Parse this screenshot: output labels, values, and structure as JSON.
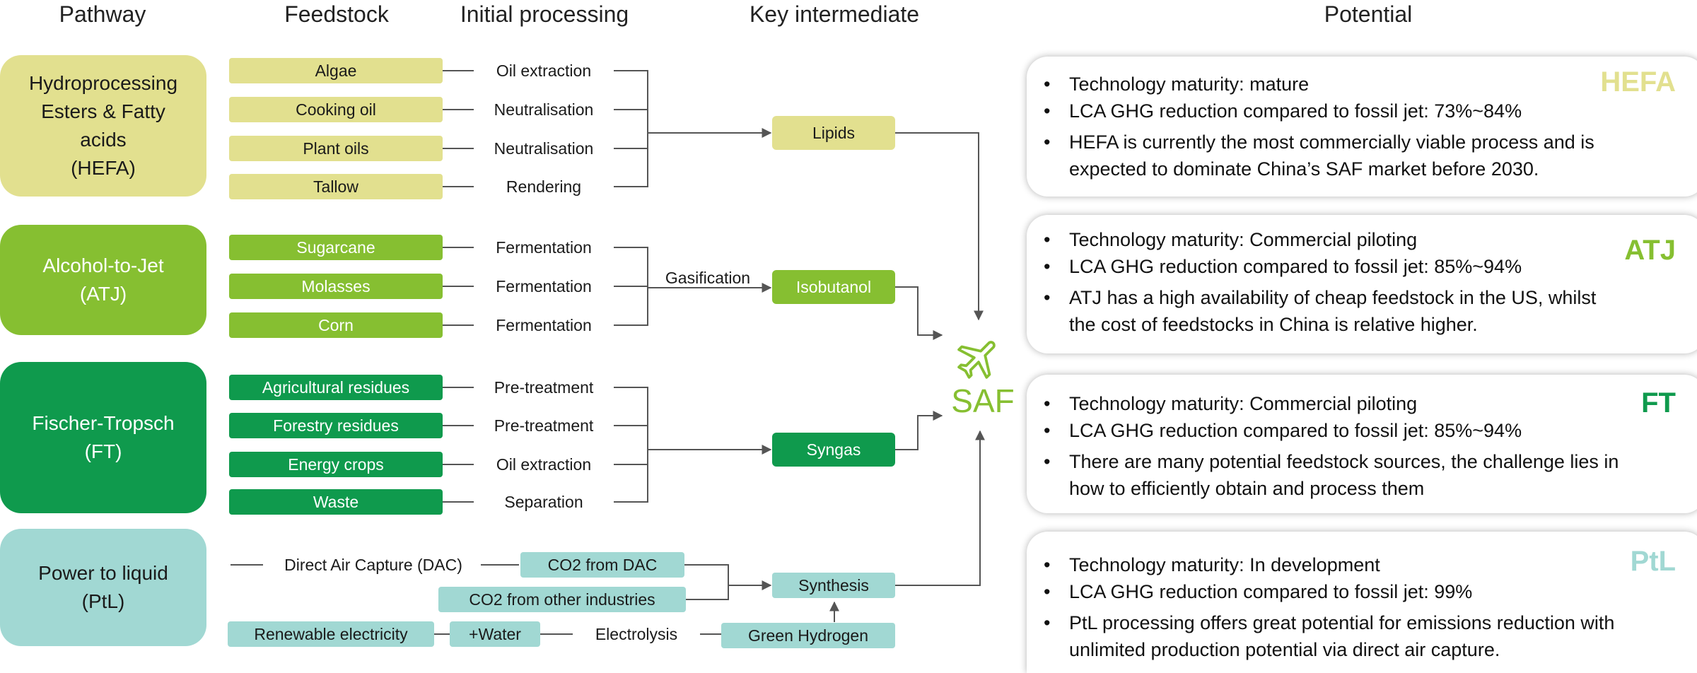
{
  "headers": {
    "pathway": "Pathway",
    "feedstock": "Feedstock",
    "initial_processing": "Initial processing",
    "key_intermediate": "Key intermediate",
    "potential": "Potential"
  },
  "colors": {
    "hefa": "#e2e08f",
    "atj": "#86bf31",
    "ft": "#0f9a4d",
    "ptl": "#a1d8d3",
    "connector": "#555555",
    "saf": "#86bf31"
  },
  "pathways": {
    "hefa": {
      "name": "Hydroprocessing\nEsters & Fatty\nacids\n(HEFA)",
      "feedstocks": [
        "Algae",
        "Cooking oil",
        "Plant oils",
        "Tallow"
      ],
      "processing": [
        "Oil extraction",
        "Neutralisation",
        "Neutralisation",
        "Rendering"
      ],
      "intermediate": "Lipids"
    },
    "atj": {
      "name": "Alcohol-to-Jet\n(ATJ)",
      "feedstocks": [
        "Sugarcane",
        "Molasses",
        "Corn"
      ],
      "processing": [
        "Fermentation",
        "Fermentation",
        "Fermentation"
      ],
      "step": "Gasification",
      "intermediate": "Isobutanol"
    },
    "ft": {
      "name": "Fischer-Tropsch\n(FT)",
      "feedstocks": [
        "Agricultural residues",
        "Forestry residues",
        "Energy crops",
        "Waste"
      ],
      "processing": [
        "Pre-treatment",
        "Pre-treatment",
        "Oil extraction",
        "Separation"
      ],
      "intermediate": "Syngas"
    },
    "ptl": {
      "name": "Power to liquid\n(PtL)",
      "dac": "Direct Air Capture (DAC)",
      "co2_dac": "CO2 from DAC",
      "co2_other": "CO2 from other industries",
      "renewable": "Renewable electricity",
      "water": "+Water",
      "electrolysis": "Electrolysis",
      "hydrogen": "Green Hydrogen",
      "intermediate": "Synthesis"
    }
  },
  "saf": {
    "label": "SAF",
    "icon": "airplane-icon"
  },
  "potential": [
    {
      "tag": "HEFA",
      "bullets": [
        "Technology maturity: mature",
        "LCA GHG reduction compared to fossil jet: 73%~84%",
        "HEFA is currently the most commercially viable process and is expected to dominate China’s SAF market before 2030."
      ]
    },
    {
      "tag": "ATJ",
      "bullets": [
        "Technology maturity: Commercial piloting",
        "LCA GHG reduction compared to fossil jet: 85%~94%",
        "ATJ has a high availability of cheap feedstock in the US, whilst the cost of feedstocks in China is relative higher."
      ]
    },
    {
      "tag": "FT",
      "bullets": [
        "Technology maturity: Commercial piloting",
        "LCA GHG reduction compared to fossil jet: 85%~94%",
        "There are many potential feedstock sources, the challenge lies in how to efficiently obtain and process them"
      ]
    },
    {
      "tag": "PtL",
      "bullets": [
        "Technology maturity: In development",
        "LCA GHG reduction compared to fossil jet: 99%",
        "PtL processing offers great potential for emissions reduction with unlimited production potential via direct air capture."
      ]
    }
  ]
}
